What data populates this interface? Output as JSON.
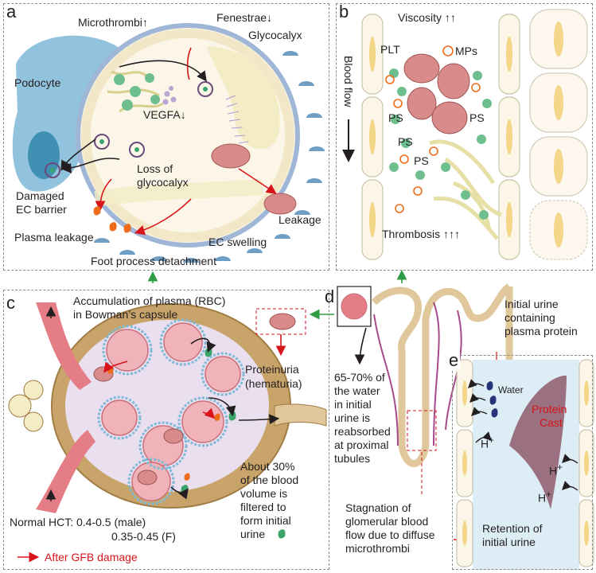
{
  "panels": {
    "a": {
      "label": "a",
      "microthrombi": "Microthrombi",
      "fenestrae": "Fenestrae",
      "glycocalyx": "Glycocalyx",
      "podocyte": "Podocyte",
      "vegfa": "VEGFA",
      "loss_of": "Loss of",
      "glycocalyx2": "glycocalyx",
      "damaged": "Damaged",
      "ec_barrier": "EC barrier",
      "leakage": "Leakage",
      "plasma_leakage": "Plasma leakage",
      "ec_swelling": "EC swelling",
      "foot_process": "Foot process detachment"
    },
    "b": {
      "label": "b",
      "viscosity": "Viscosity",
      "blood_flow": "Blood flow",
      "plt": "PLT",
      "mps": "MPs",
      "ps": "PS",
      "thrombosis": "Thrombosis"
    },
    "c": {
      "label": "c",
      "accum1": "Accumulation of plasma (RBC)",
      "accum2": "in Bowman’s capsule",
      "proteinuria": "Proteinuria",
      "hematuria": "(hematuria)",
      "about1": "About 30%",
      "about2": "of the blood",
      "about3": "volume is",
      "about4": "filtered to",
      "about5": "form initial",
      "about6": "urine",
      "hct1": "Normal HCT: 0.4-0.5 (male)",
      "hct2": "0.35-0.45 (F)",
      "after_gfb": "After GFB damage"
    },
    "d": {
      "label": "d",
      "initial1": "Initial urine",
      "initial2": "containing",
      "initial3": "plasma protein",
      "reab1": "65-70% of",
      "reab2": "the water",
      "reab3": "in initial",
      "reab4": "urine is",
      "reab5": "reabsorbed",
      "reab6": "at proximal",
      "reab7": "tubules",
      "stag1": "Stagnation of",
      "stag2": "glomerular blood",
      "stag3": "flow due to diffuse",
      "stag4": "microthrombi"
    },
    "e": {
      "label": "e",
      "water": "Water",
      "protein1": "Protein",
      "protein2": "Cast",
      "h": "H",
      "retention1": "Retention of",
      "retention2": "initial urine"
    }
  },
  "colors": {
    "accent_red": "#d7141a",
    "green_arrow": "#2e9b45",
    "capillary_blue": "#9fb6d6",
    "podocyte_blue": "#7fb9d8",
    "rbc": "#d98a8a",
    "platelet": "#6fbf8e",
    "thrombus": "#e7e0a6",
    "plasma_orange": "#ef6c1a",
    "kidney": "#e0c79c",
    "tubule_fluid": "#dcedf5",
    "cast": "#9b7080"
  }
}
